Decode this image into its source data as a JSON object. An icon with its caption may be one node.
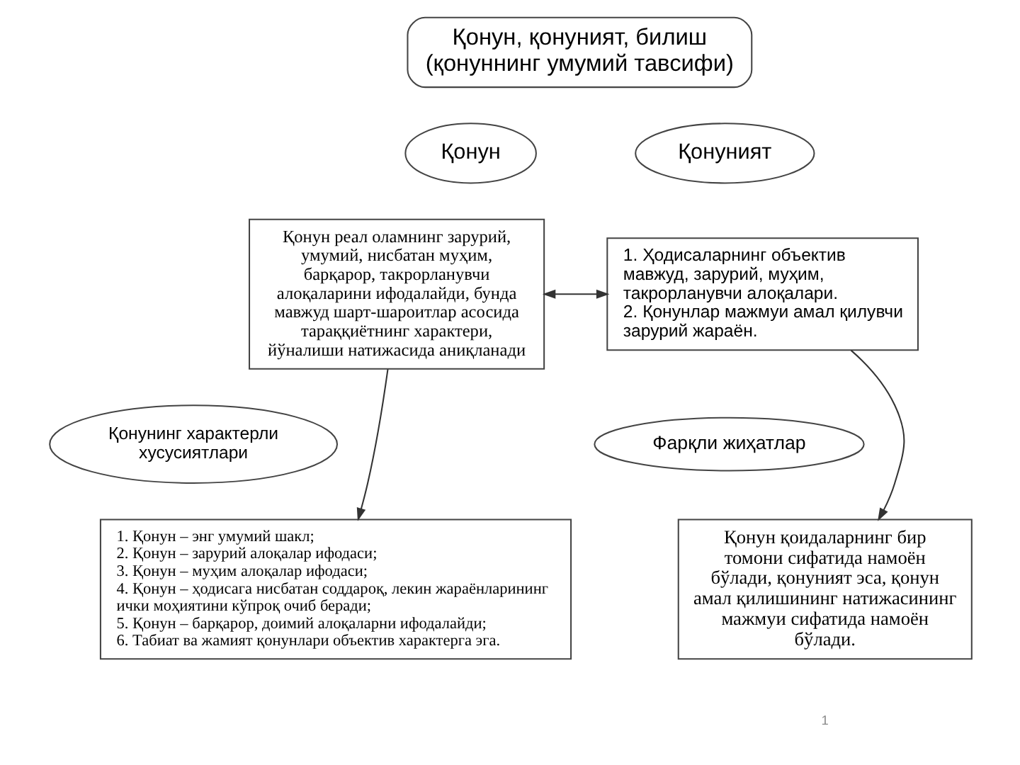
{
  "diagram": {
    "nodes": [
      {
        "text": [
          "Қонун, қонуният, билиш",
          "(қонуннинг умумий тавсифи)"
        ]
      },
      {
        "text": [
          "Қонун"
        ]
      },
      {
        "text": [
          "Қонун реал оламнинг зарурий, умумий, нисбатан муҳим, барқарор, такрорланувчи алоқаларини ифодалайди, бунда мавжуд шарт-шароитлар асосида тараққиётнинг характери, йўналиши натижасида аниқланади"
        ]
      },
      {
        "text": [
          "Қонуният"
        ]
      },
      {
        "text": [
          "1. Ҳодисаларнинг объектив мавжуд, зарурий, муҳим, такрорланувчи алоқалари.",
          "2. Қонунлар мажмуи амал қилувчи зарурий жараён."
        ]
      },
      {
        "text": [
          "Қонунинг характерли хусусиятлари"
        ]
      },
      {
        "text": [
          "1. Қонун – энг умумий шакл;",
          "2. Қонун – зарурий алоқалар ифодаси;",
          "3. Қонун – муҳим алоқалар ифодаси;",
          "4. Қонун – ҳодисага нисбатан соддароқ, лекин жараёнларининг ички моҳиятини кўпроқ очиб беради;",
          "5. Қонун – барқарор, доимий алоқаларни ифодалайди;",
          "6. Табиат ва жамият қонунлари объектив характерга эга."
        ]
      },
      {
        "text": [
          "Фарқли жиҳатлар"
        ]
      },
      {
        "text": [
          "Қонун қоидаларнинг бир томони сифатида намоён бўлади, қонуният эса, қонун амал қилишининг натижасининг мажмуи сифатида намоён бўлади."
        ]
      }
    ],
    "edges": [
      {
        "from": 2,
        "to": 4,
        "arrow": "both"
      },
      {
        "from": 2,
        "to": 6,
        "arrow": "to"
      },
      {
        "from": 4,
        "to": 8,
        "arrow": "to"
      }
    ],
    "labels": [
      "1"
    ]
  }
}
